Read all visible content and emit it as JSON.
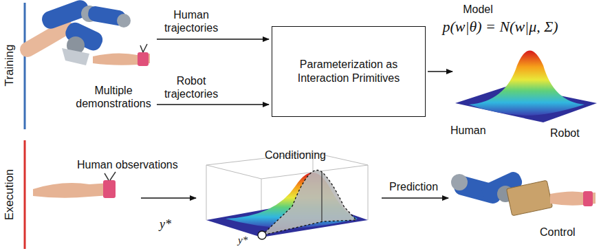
{
  "diagram": {
    "nodes": [
      {
        "text": [
          "Parameterization as Interaction Primitives"
        ]
      }
    ],
    "labels": [
      "Training",
      "Execution",
      "Multiple demonstrations",
      "Human trajectories",
      "Robot trajectories",
      "Model",
      "p(w|θ) = N(w|μ, Σ)",
      "Human",
      "Robot",
      "Human observations",
      "y*",
      "Conditioning",
      "y*",
      "Prediction",
      "Control"
    ]
  }
}
